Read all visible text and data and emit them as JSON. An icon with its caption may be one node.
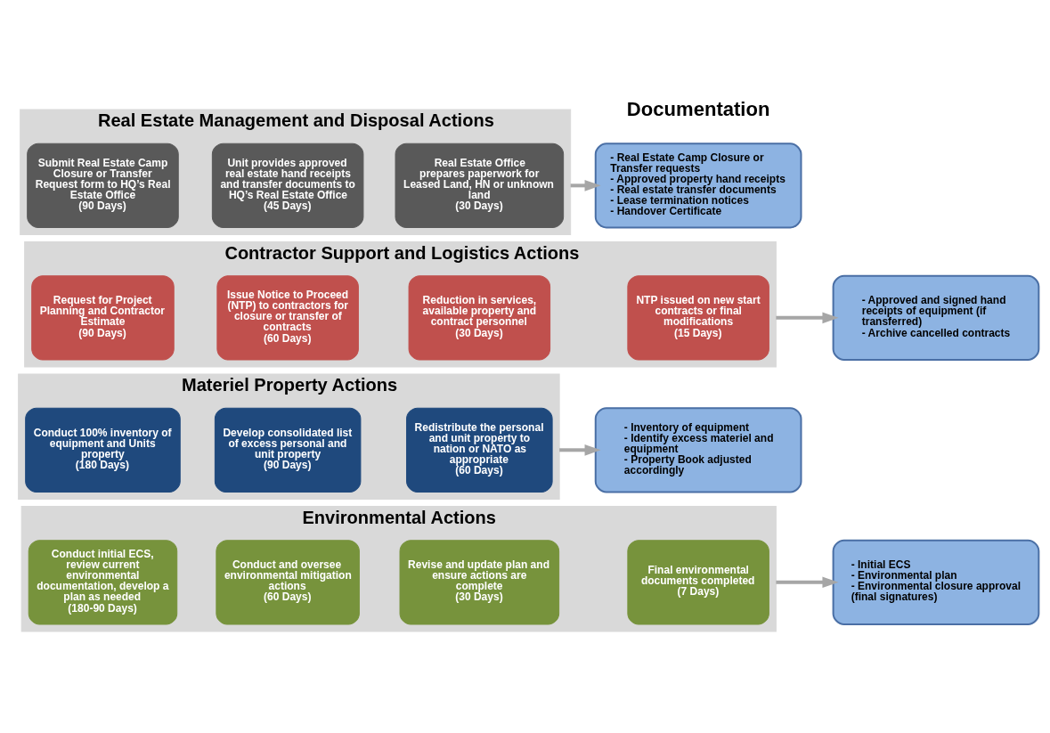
{
  "diagram": {
    "nodes": [
      {
        "text": [
          "Real Estate Management and Disposal Actions"
        ]
      },
      {
        "text": [
          "Submit Real Estate Camp Closure or Transfer Request form to HQ’s Real Estate Office",
          "(90 Days)"
        ],
        "in": 0
      },
      {
        "text": [
          "Unit provides approved real estate hand receipts and transfer documents to HQ’s Real Estate Office",
          "(45 Days)"
        ],
        "in": 0
      },
      {
        "text": [
          "Real Estate Office prepares paperwork for Leased Land, HN or unknown land",
          "(30 Days)"
        ],
        "in": 0
      },
      {
        "text": [
          "- Real Estate Camp Closure or Transfer requests",
          "- Approved property hand receipts",
          "- Real estate transfer documents",
          "- Lease termination notices",
          "- Handover Certificate"
        ]
      },
      {
        "text": [
          "Contractor Support and Logistics Actions"
        ]
      },
      {
        "text": [
          "Request for Project Planning and Contractor Estimate",
          "(90 Days)"
        ],
        "in": 5
      },
      {
        "text": [
          "Issue Notice to Proceed (NTP) to contractors for closure or transfer of contracts",
          "(60 Days)"
        ],
        "in": 5
      },
      {
        "text": [
          "Reduction in services, available property and contract personnel",
          "(30 Days)"
        ],
        "in": 5
      },
      {
        "text": [
          "NTP issued on new start contracts or final modifications",
          "(15 Days)"
        ],
        "in": 5
      },
      {
        "text": [
          "- Approved and signed hand receipts of equipment (if transferred)",
          "- Archive cancelled contracts"
        ]
      },
      {
        "text": [
          "Materiel Property Actions"
        ]
      },
      {
        "text": [
          "Conduct 100% inventory of equipment and Units property",
          "(180 Days)"
        ],
        "in": 11
      },
      {
        "text": [
          "Develop consolidated list of excess personal and unit property",
          "(90 Days)"
        ],
        "in": 11
      },
      {
        "text": [
          "Redistribute the personal and unit property to nation or NATO as appropriate",
          "(60 Days)"
        ],
        "in": 11
      },
      {
        "text": [
          "- Inventory of equipment",
          "- Identify excess materiel and equipment",
          "- Property Book adjusted accordingly"
        ]
      },
      {
        "text": [
          "Environmental Actions"
        ]
      },
      {
        "text": [
          "Conduct initial ECS, review current environmental documentation, develop a plan as needed",
          "(180-90 Days)"
        ],
        "in": 16
      },
      {
        "text": [
          "Conduct and oversee environmental mitigation actions",
          "(60 Days)"
        ],
        "in": 16
      },
      {
        "text": [
          "Revise and update plan and ensure actions are complete",
          "(30 Days)"
        ],
        "in": 16
      },
      {
        "text": [
          "Final environmental documents completed",
          "(7 Days)"
        ],
        "in": 16
      },
      {
        "text": [
          "- Initial ECS",
          "- Environmental plan",
          "- Environmental closure approval (final signatures)"
        ]
      }
    ],
    "edges": [
      {
        "from": 0,
        "to": 4,
        "arrow": "to"
      },
      {
        "from": 5,
        "to": 10,
        "arrow": "to"
      },
      {
        "from": 11,
        "to": 15,
        "arrow": "to"
      },
      {
        "from": 16,
        "to": 21,
        "arrow": "to"
      }
    ],
    "labels": [
      "Documentation"
    ]
  }
}
